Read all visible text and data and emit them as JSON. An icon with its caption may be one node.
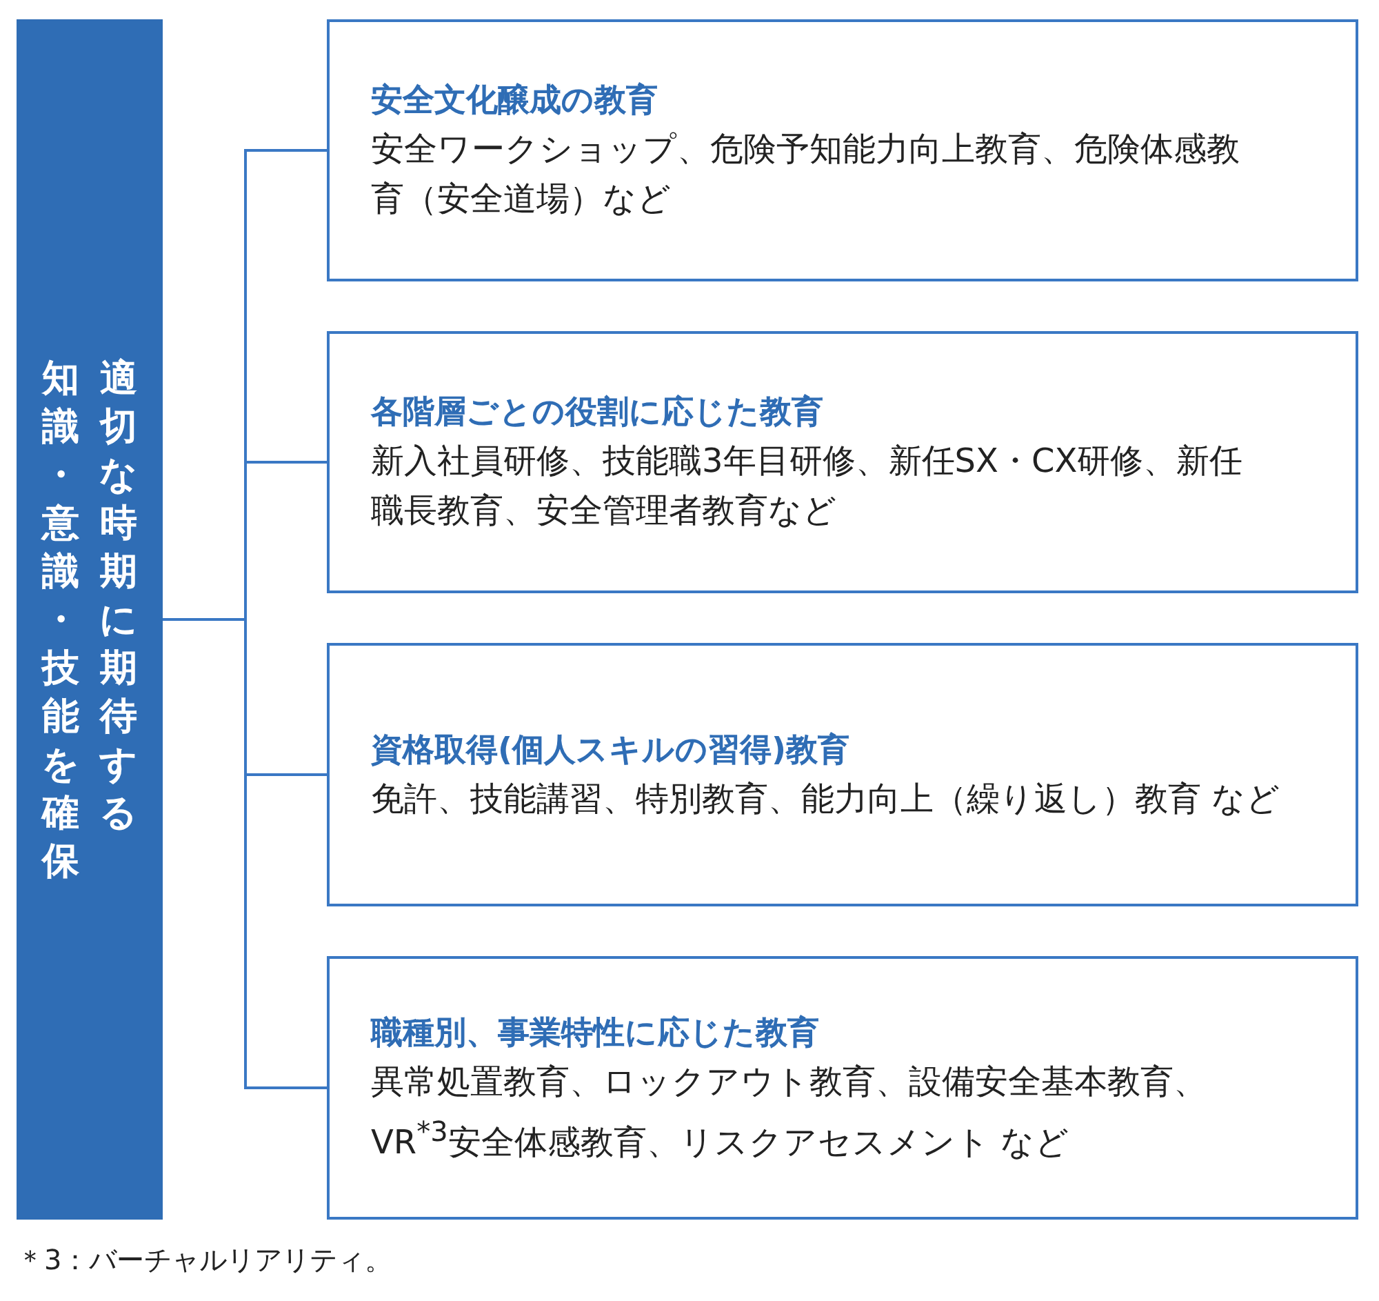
{
  "diagram": {
    "nodes": [
      {
        "text": [
          "適切な時期に期待する知識・意識・技能を確保"
        ]
      },
      {
        "text": [
          "安全文化醸成の教育",
          "安全ワークショップ、危険予知能力向上教育、危険体感教育（安全道場）など"
        ]
      },
      {
        "text": [
          "各階層ごとの役割に応じた教育",
          "新入社員研修、技能職3年目研修、新任SX・CX研修、新任職長教育、安全管理者教育など"
        ]
      },
      {
        "text": [
          "資格取得(個人スキルの習得)教育",
          "免許、技能講習、特別教育、能力向上（繰り返し）教育 など"
        ]
      },
      {
        "text": [
          "職種別、事業特性に応じた教育",
          "異常処置教育、ロックアウト教育、設備安全基本教育、VR$^{*3}$安全体感教育、リスクアセスメント など"
        ]
      }
    ],
    "edges": [
      {
        "from": 0,
        "to": 1,
        "arrow": "none"
      },
      {
        "from": 0,
        "to": 2,
        "arrow": "none"
      },
      {
        "from": 0,
        "to": 3,
        "arrow": "none"
      },
      {
        "from": 0,
        "to": 4,
        "arrow": "none"
      }
    ],
    "labels": [
      "＊3：バーチャルリアリティ。"
    ]
  }
}
